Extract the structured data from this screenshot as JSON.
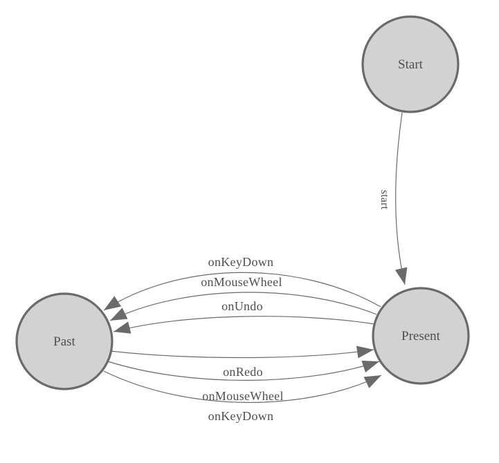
{
  "diagram": {
    "type": "state-machine",
    "background": "#ffffff",
    "node_fill": "#d2d2d2",
    "node_stroke": "#6a6a6a",
    "edge_color": "#6a6a6a",
    "label_color": "#4f4f4f",
    "nodes": [
      {
        "id": "start",
        "label": "Start"
      },
      {
        "id": "present",
        "label": "Present"
      },
      {
        "id": "past",
        "label": "Past"
      }
    ],
    "edges": [
      {
        "from": "start",
        "to": "present",
        "label": "start"
      },
      {
        "from": "present",
        "to": "past",
        "label": "onKeyDown"
      },
      {
        "from": "present",
        "to": "past",
        "label": "onMouseWheel"
      },
      {
        "from": "present",
        "to": "past",
        "label": "onUndo"
      },
      {
        "from": "past",
        "to": "present",
        "label": "onRedo"
      },
      {
        "from": "past",
        "to": "present",
        "label": "onMouseWheel"
      },
      {
        "from": "past",
        "to": "present",
        "label": "onKeyDown"
      }
    ]
  }
}
